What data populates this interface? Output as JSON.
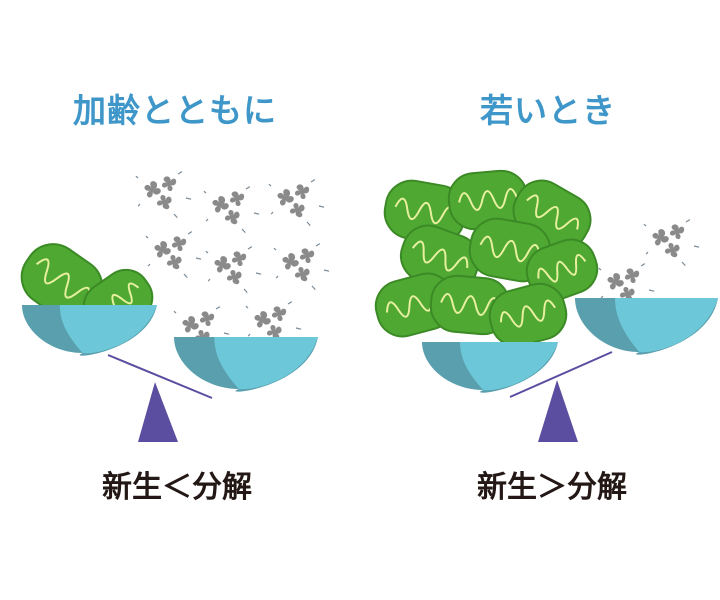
{
  "left_panel": {
    "title": "加齢とともに",
    "caption": "新生＜分解"
  },
  "right_panel": {
    "title": "若いとき",
    "caption": "新生＞分解"
  },
  "colors": {
    "title": "#3f97c9",
    "caption": "#231815",
    "bowl_light": "#6cc8d8",
    "bowl_dark": "#5a9fae",
    "fulcrum": "#5b4ea0",
    "mitochondria": "#4fa832",
    "cristae": "#e8f0a0",
    "debris": "#8a8a8a"
  }
}
